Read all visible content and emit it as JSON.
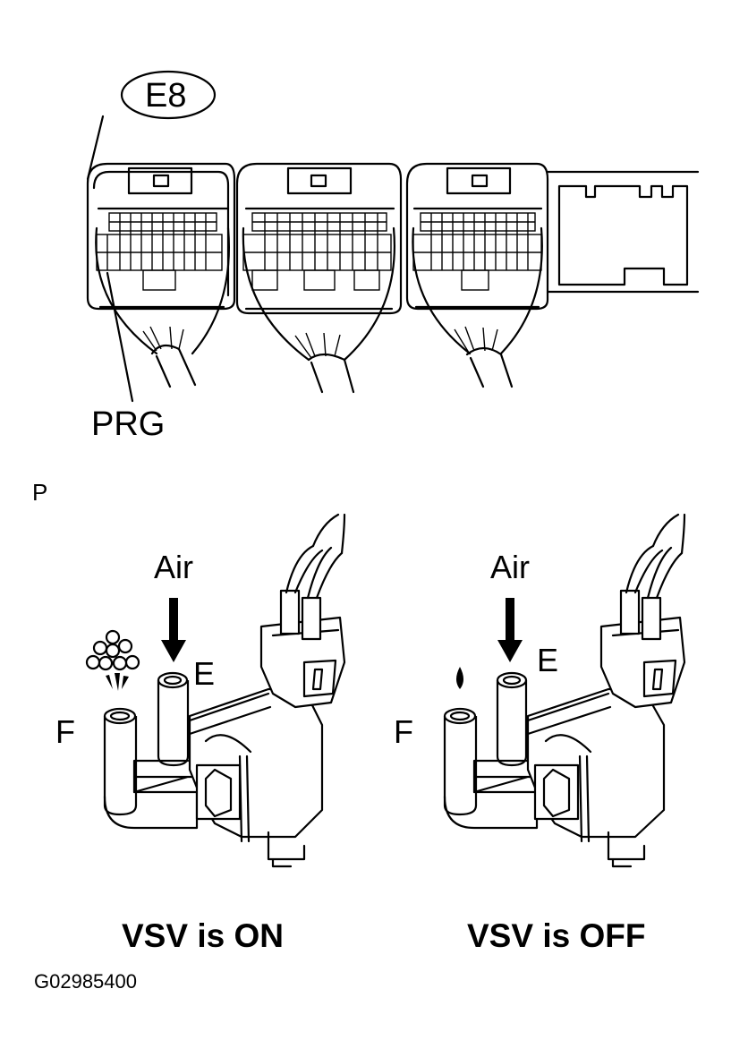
{
  "connector": {
    "label": "E8",
    "terminal_label": "PRG"
  },
  "section_marker": "P",
  "vsv_on": {
    "air_label": "Air",
    "port_e": "E",
    "port_f": "F",
    "caption": "VSV is ON"
  },
  "vsv_off": {
    "air_label": "Air",
    "port_e": "E",
    "port_f": "F",
    "caption": "VSV is OFF"
  },
  "figure_code": "G02985400",
  "icons": [
    "connector-block-icon",
    "vsv-valve-icon",
    "air-arrow-icon",
    "air-puff-icon",
    "air-drop-icon"
  ]
}
